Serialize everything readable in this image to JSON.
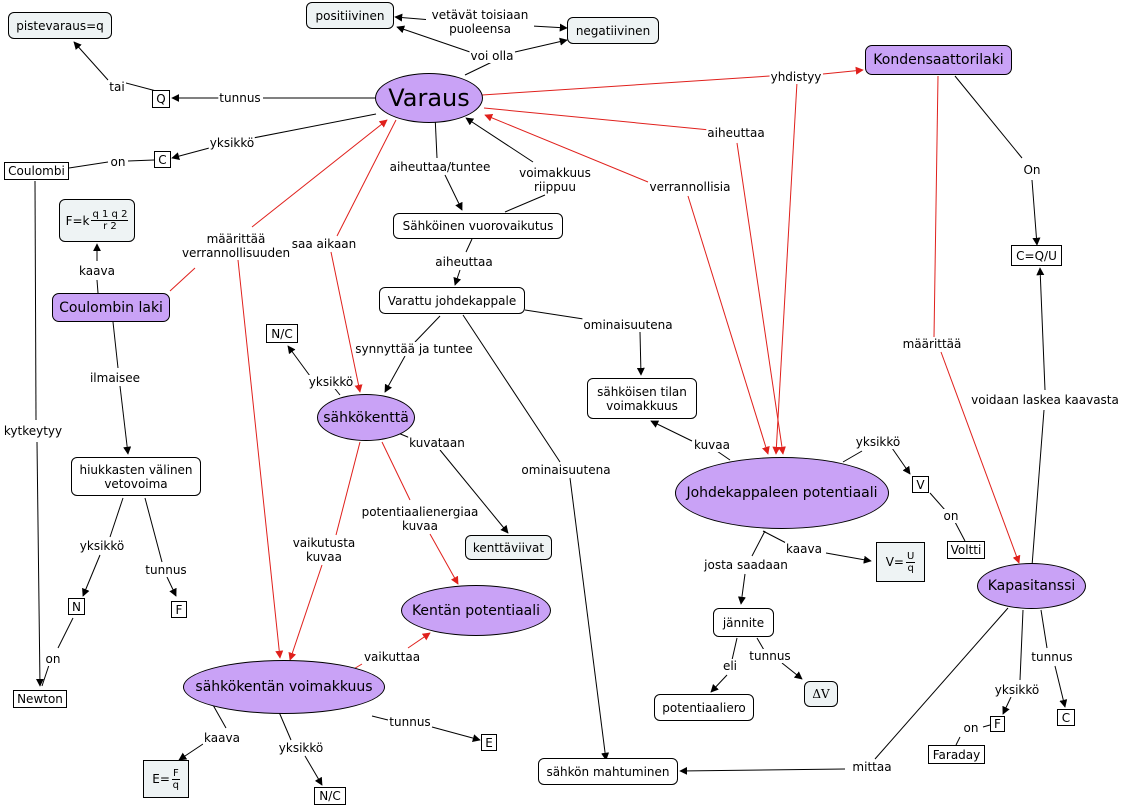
{
  "nodes": {
    "varaus": "Varaus",
    "positiivinen": "positiivinen",
    "negatiivinen": "negatiivinen",
    "pistevaraus": "pistevaraus=q",
    "q_symbol": "Q",
    "c_symbol": "C",
    "coulombi": "Coulombi",
    "kondensaattorilaki": "Kondensaattorilaki",
    "c_eq": "C=Q/U",
    "coulomb_formula": {
      "lhs": "F=k",
      "num": "q 1 q 2",
      "den": "r 2"
    },
    "coulombin_laki": "Coulombin laki",
    "vuorovaikutus": "Sähköinen vuorovaikutus",
    "johdekappale": "Varattu johdekappale",
    "nc_top": "N/C",
    "sahkokentta": "sähkökenttä",
    "tilan_voimakkuus": "sähköisen tilan voimakkuus",
    "hiukkasten": "hiukkasten välinen vetovoima",
    "kenttaviivat": "kenttäviivat",
    "kentan_potentiaali": "Kentän potentiaali",
    "johdekappaleen_potentiaali": "Johdekappaleen potentiaali",
    "v_symbol": "V",
    "voltti": "Voltti",
    "v_formula": {
      "lhs": "V=",
      "num": "U",
      "den": "q"
    },
    "kapasitanssi": "Kapasitanssi",
    "n_symbol": "N",
    "f_symbol": "F",
    "jannite": "jännite",
    "newton": "Newton",
    "voimakkuus": "sähkökentän voimakkuus",
    "potentiaaliero": "potentiaaliero",
    "delta_v": "ΔV",
    "e_symbol": "E",
    "f_cap": "F",
    "c_cap": "C",
    "faraday": "Faraday",
    "e_formula": {
      "lhs": "E=",
      "num": "F",
      "den": "q"
    },
    "nc_bottom": "N/C",
    "mahtuminen": "sähkön mahtuminen"
  },
  "labels": {
    "vetavat": "vetävät toisiaan puoleensa",
    "voi_olla": "voi olla",
    "tai": "tai",
    "tunnus_q": "tunnus",
    "yksikko_c": "yksikkö",
    "on_coulombi": "on",
    "yhdistyy": "yhdistyy",
    "aiheuttaa_right": "aiheuttaa",
    "verrannollisia": "verrannollisia",
    "on_kond": "On",
    "aiheuttaa_tuntee": "aiheuttaa/tuntee",
    "voimakkuus_riippuu": "voimakkuus riippuu",
    "maarittaa_verr": "määrittää verrannollisuuden",
    "saa_aikaan": "saa aikaan",
    "kaava_coulomb": "kaava",
    "aiheuttaa_mid": "aiheuttaa",
    "ominaisuutena_right": "ominaisuutena",
    "synnyttaa": "synnyttää ja tuntee",
    "maarittaa_kap": "määrittää",
    "ilmaisee": "ilmaisee",
    "yksikko_nc": "yksikkö",
    "voidaan_laskea": "voidaan laskea kaavasta",
    "kytkeytyy": "kytkeytyy",
    "kuvaa_tila": "kuvaa",
    "yksikko_v": "yksikkö",
    "kuvataan": "kuvataan",
    "ominaisuutena_down": "ominaisuutena",
    "on_volt": "on",
    "potentiaalienergiaa": "potentiaalienergiaa kuvaa",
    "vaikutusta": "vaikutusta kuvaa",
    "yksikko_n": "yksikkö",
    "kaava_v": "kaava",
    "josta_saadaan": "josta saadaan",
    "tunnus_f": "tunnus",
    "on_newton": "on",
    "vaikuttaa": "vaikuttaa",
    "eli": "eli",
    "tunnus_dv": "tunnus",
    "tunnus_kap": "tunnus",
    "yksikko_kap": "yksikkö",
    "on_faraday": "on",
    "kaava_e": "kaava",
    "tunnus_e": "tunnus",
    "yksikko_nc2": "yksikkö",
    "mittaa": "mittaa"
  },
  "colors": {
    "black_link": "#000000",
    "red_link": "#e0201c",
    "concept_fill": "#c9a2f6",
    "light_fill": "#eef3f4"
  }
}
